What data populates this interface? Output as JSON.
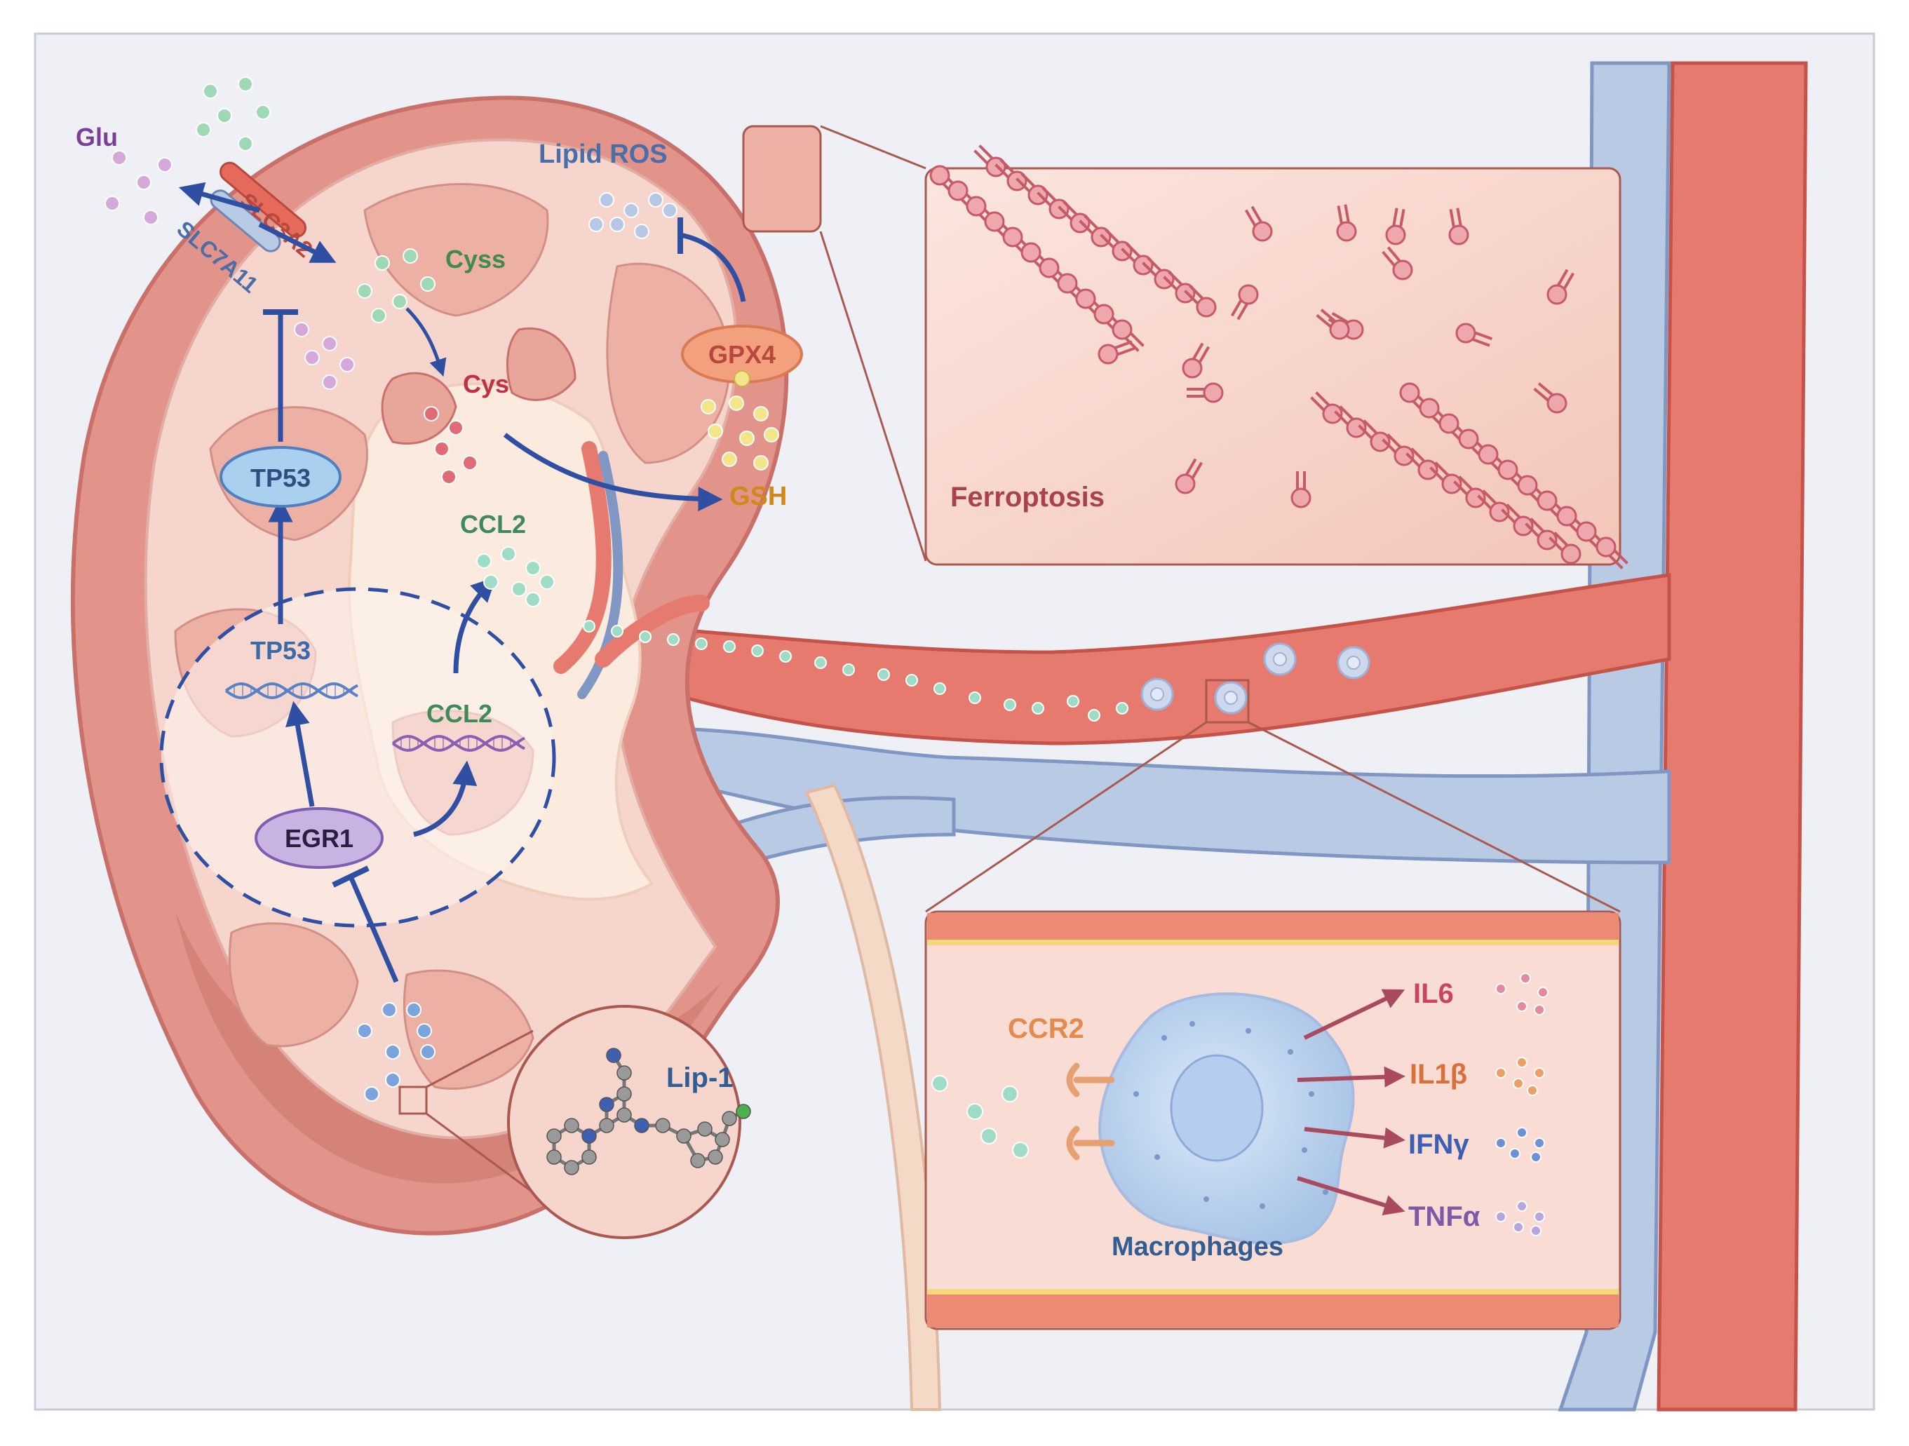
{
  "labels": {
    "glu": "Glu",
    "slc3a2": "SLC3A2",
    "slc7a11": "SLC7A11",
    "cyss": "Cyss",
    "cys": "Cys",
    "lipid_ros": "Lipid ROS",
    "gpx4": "GPX4",
    "gsh": "GSH",
    "tp53_protein": "TP53",
    "tp53_gene": "TP53",
    "ccl2_protein": "CCL2",
    "ccl2_gene": "CCL2",
    "egr1": "EGR1",
    "lip1": "Lip-1",
    "ferroptosis": "Ferroptosis",
    "ccr2": "CCR2",
    "macrophages": "Macrophages",
    "il6": "IL6",
    "il1b": "IL1β",
    "ifng": "IFNγ",
    "tnfa": "TNFα"
  },
  "colors": {
    "cortex": "#e3948a",
    "cortex_dark": "#c9706a",
    "medulla": "#f6d6cc",
    "pelvis": "#fbeade",
    "artery": "#e77a6e",
    "vein": "#b9cbe4",
    "inhibit_arrow": "#2f4fa3",
    "panel_fill": "#f9dcd4",
    "panel_border": "#a9594f",
    "glu_dot": "#d4a9d9",
    "cyss_dot": "#9fd8b4",
    "cys_dot": "#e06a75",
    "ros_dot": "#b7c8e6",
    "gsh_dot": "#f5e58a",
    "ccl2_dot": "#9fdcc6",
    "lip1_dot": "#7ba3dd",
    "il6_dot": "#e48aa0",
    "il1b_dot": "#eba06a",
    "ifng_dot": "#6f8fd6",
    "tnfa_dot": "#b7a5df"
  },
  "icons": {
    "transporter": "membrane-transporter-icon",
    "lipid_bilayer": "phospholipid-bilayer-icon",
    "dna": "dna-helix-icon",
    "molecule": "lip1-ball-and-stick-molecule",
    "macrophage": "macrophage-cell-icon",
    "receptor": "ccr2-receptor-icon"
  }
}
